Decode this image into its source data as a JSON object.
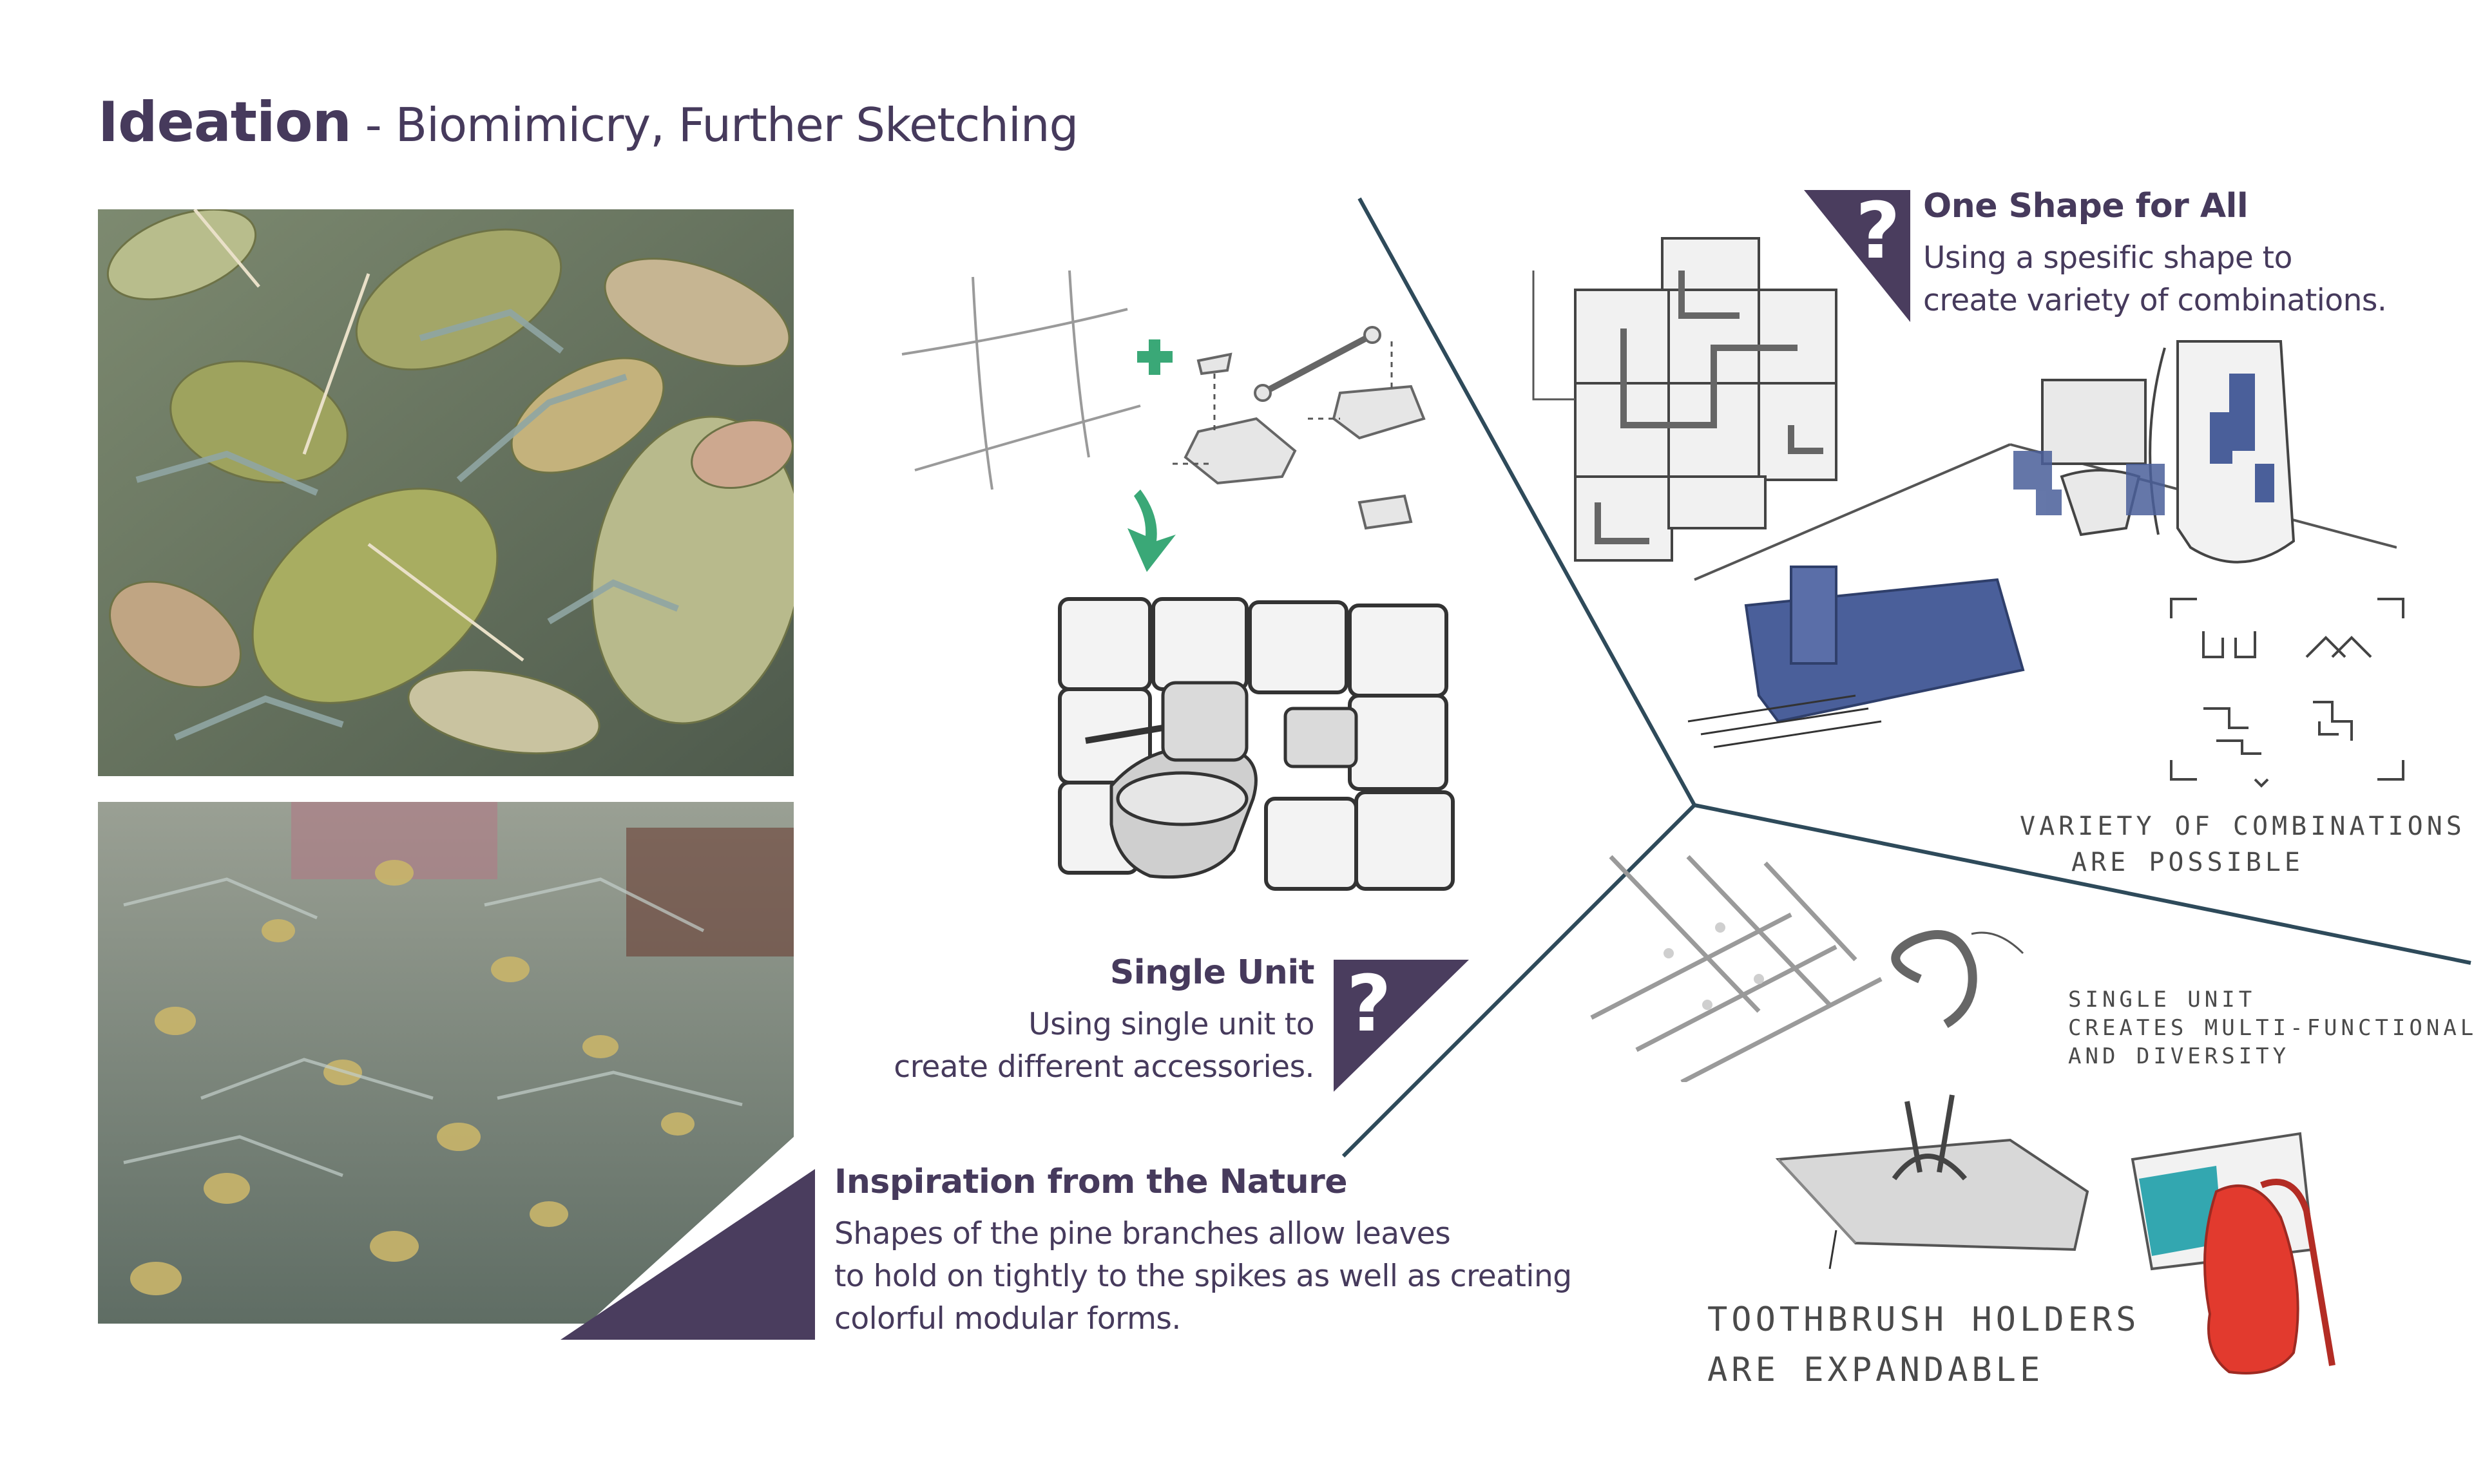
{
  "header": {
    "title_strong": "Ideation",
    "title_rest": " - Biomimicry, Further Sketching"
  },
  "colors": {
    "accent_purple": "#4a3d5e",
    "divider_teal": "#2e4a5a",
    "plus_green": "#3aa877",
    "tile_blue": "#4a5f9a",
    "towel_red": "#e23a2e",
    "teal_tile": "#33a7b0"
  },
  "icons": {
    "question": "question-mark-icon",
    "plus": "plus-icon",
    "arrow": "arrow-down-icon"
  },
  "inspiration": {
    "heading": "Inspiration from the Nature",
    "line1": "Shapes of the pine branches allow leaves",
    "line2": "to hold on tightly to the spikes as well as creating",
    "line3": "colorful modular forms."
  },
  "single_unit": {
    "heading": "Single Unit",
    "line1": "Using single unit to",
    "line2": "create different accessories.",
    "qmark": "?"
  },
  "one_shape": {
    "heading": "One Shape for All",
    "line1": "Using a spesific shape to",
    "line2": "create variety of combinations.",
    "qmark": "?"
  },
  "notes": {
    "variety_line1": "VARIETY OF COMBINATIONS",
    "variety_line2": "ARE POSSIBLE",
    "single_line1": "SINGLE UNIT",
    "single_line2": "CREATES MULTI-FUNCTIONALITY",
    "single_line3": "AND DIVERSITY",
    "toothbrush_line1": "TOOTHBRUSH HOLDERS",
    "toothbrush_line2": "ARE EXPANDABLE"
  }
}
